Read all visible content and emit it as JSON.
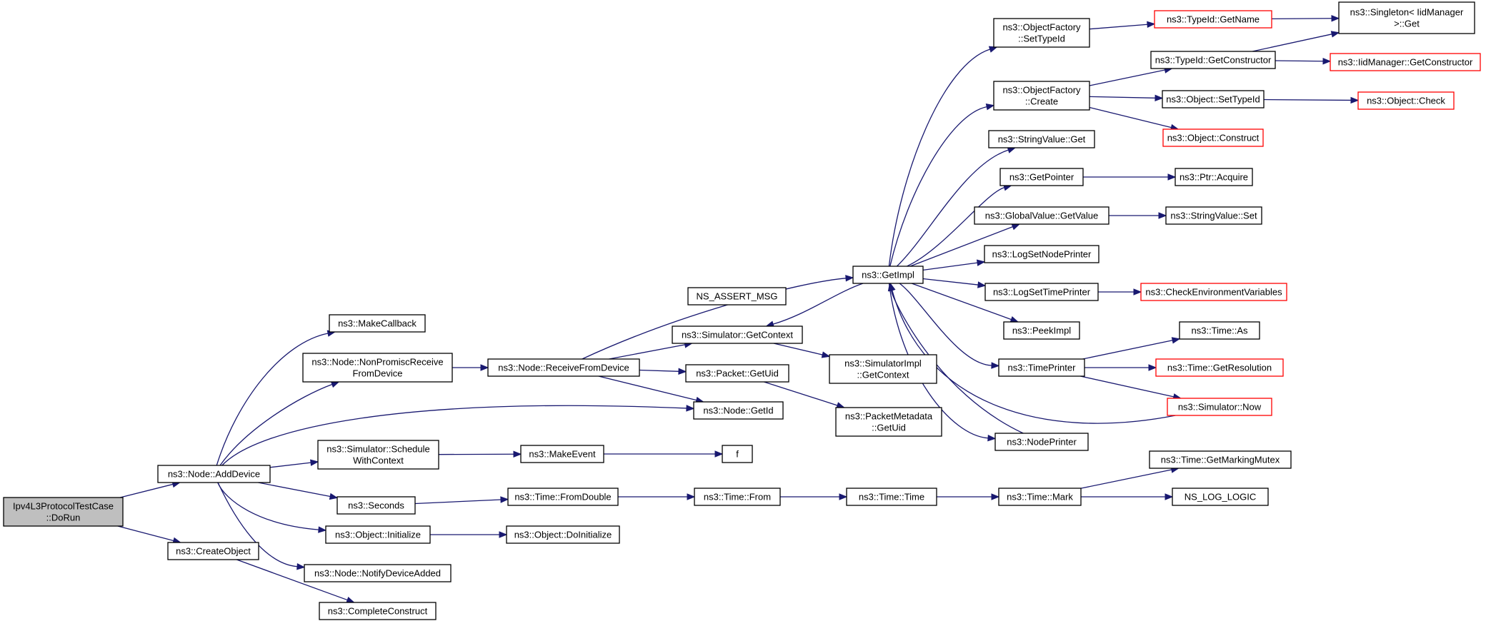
{
  "nodes": [
    {
      "id": "dorun",
      "lines": [
        "Ipv4L3ProtocolTestCase",
        "::DoRun"
      ],
      "root": true
    },
    {
      "id": "adddevice",
      "lines": [
        "ns3::Node::AddDevice"
      ]
    },
    {
      "id": "createobject",
      "lines": [
        "ns3::CreateObject"
      ]
    },
    {
      "id": "makecallback",
      "lines": [
        "ns3::MakeCallback"
      ]
    },
    {
      "id": "nonpromisc",
      "lines": [
        "ns3::Node::NonPromiscReceive",
        "FromDevice"
      ]
    },
    {
      "id": "receivefromdevice",
      "lines": [
        "ns3::Node::ReceiveFromDevice"
      ]
    },
    {
      "id": "nodegetid",
      "lines": [
        "ns3::Node::GetId"
      ]
    },
    {
      "id": "schedule",
      "lines": [
        "ns3::Simulator::Schedule",
        "WithContext"
      ]
    },
    {
      "id": "makeevent",
      "lines": [
        "ns3::MakeEvent"
      ]
    },
    {
      "id": "f",
      "lines": [
        "f"
      ]
    },
    {
      "id": "seconds",
      "lines": [
        "ns3::Seconds"
      ]
    },
    {
      "id": "fromdouble",
      "lines": [
        "ns3::Time::FromDouble"
      ]
    },
    {
      "id": "timefrom",
      "lines": [
        "ns3::Time::From"
      ]
    },
    {
      "id": "timetime",
      "lines": [
        "ns3::Time::Time"
      ]
    },
    {
      "id": "timemark",
      "lines": [
        "ns3::Time::Mark"
      ]
    },
    {
      "id": "markingmutex",
      "lines": [
        "ns3::Time::GetMarkingMutex"
      ]
    },
    {
      "id": "nslogic",
      "lines": [
        "NS_LOG_LOGIC"
      ]
    },
    {
      "id": "objinit",
      "lines": [
        "ns3::Object::Initialize"
      ]
    },
    {
      "id": "doinit",
      "lines": [
        "ns3::Object::DoInitialize"
      ]
    },
    {
      "id": "notifyadded",
      "lines": [
        "ns3::Node::NotifyDeviceAdded"
      ]
    },
    {
      "id": "completeconstruct",
      "lines": [
        "ns3::CompleteConstruct"
      ]
    },
    {
      "id": "assertmsg",
      "lines": [
        "NS_ASSERT_MSG"
      ]
    },
    {
      "id": "simgetcontext",
      "lines": [
        "ns3::Simulator::GetContext"
      ]
    },
    {
      "id": "packetgetuid",
      "lines": [
        "ns3::Packet::GetUid"
      ]
    },
    {
      "id": "simimplgetcontext",
      "lines": [
        "ns3::SimulatorImpl",
        "::GetContext"
      ]
    },
    {
      "id": "metadatagetuid",
      "lines": [
        "ns3::PacketMetadata",
        "::GetUid"
      ]
    },
    {
      "id": "getimpl",
      "lines": [
        "ns3::GetImpl"
      ]
    },
    {
      "id": "settypeid",
      "lines": [
        "ns3::ObjectFactory",
        "::SetTypeId"
      ]
    },
    {
      "id": "factorycreate",
      "lines": [
        "ns3::ObjectFactory",
        "::Create"
      ]
    },
    {
      "id": "stringvalueget",
      "lines": [
        "ns3::StringValue::Get"
      ]
    },
    {
      "id": "getpointer",
      "lines": [
        "ns3::GetPointer"
      ]
    },
    {
      "id": "globalgetvalue",
      "lines": [
        "ns3::GlobalValue::GetValue"
      ]
    },
    {
      "id": "lognodeprinter",
      "lines": [
        "ns3::LogSetNodePrinter"
      ]
    },
    {
      "id": "logtimeprinter",
      "lines": [
        "ns3::LogSetTimePrinter"
      ]
    },
    {
      "id": "peekimpl",
      "lines": [
        "ns3::PeekImpl"
      ]
    },
    {
      "id": "timeprinter",
      "lines": [
        "ns3::TimePrinter"
      ]
    },
    {
      "id": "nodeprinter",
      "lines": [
        "ns3::NodePrinter"
      ]
    },
    {
      "id": "typeidgetname",
      "lines": [
        "ns3::TypeId::GetName"
      ],
      "truncated": true
    },
    {
      "id": "typeidgetconstructor",
      "lines": [
        "ns3::TypeId::GetConstructor"
      ]
    },
    {
      "id": "objsettypeid",
      "lines": [
        "ns3::Object::SetTypeId"
      ]
    },
    {
      "id": "objconstruct",
      "lines": [
        "ns3::Object::Construct"
      ],
      "truncated": true
    },
    {
      "id": "ptracquire",
      "lines": [
        "ns3::Ptr::Acquire"
      ]
    },
    {
      "id": "stringvalueset",
      "lines": [
        "ns3::StringValue::Set"
      ]
    },
    {
      "id": "checkenv",
      "lines": [
        "ns3::CheckEnvironmentVariables"
      ],
      "truncated": true
    },
    {
      "id": "timeas",
      "lines": [
        "ns3::Time::As"
      ]
    },
    {
      "id": "getresolution",
      "lines": [
        "ns3::Time::GetResolution"
      ],
      "truncated": true
    },
    {
      "id": "simnow",
      "lines": [
        "ns3::Simulator::Now"
      ],
      "truncated": true
    },
    {
      "id": "singletonget",
      "lines": [
        "ns3::Singleton< IidManager",
        " >::Get"
      ]
    },
    {
      "id": "iidgetconstructor",
      "lines": [
        "ns3::IidManager::GetConstructor"
      ],
      "truncated": true
    },
    {
      "id": "objcheck",
      "lines": [
        "ns3::Object::Check"
      ],
      "truncated": true
    }
  ],
  "edges": [
    [
      "dorun",
      "adddevice"
    ],
    [
      "dorun",
      "createobject"
    ],
    [
      "adddevice",
      "makecallback"
    ],
    [
      "adddevice",
      "nonpromisc"
    ],
    [
      "adddevice",
      "nodegetid"
    ],
    [
      "adddevice",
      "schedule"
    ],
    [
      "adddevice",
      "seconds"
    ],
    [
      "adddevice",
      "objinit"
    ],
    [
      "adddevice",
      "notifyadded"
    ],
    [
      "createobject",
      "completeconstruct"
    ],
    [
      "nonpromisc",
      "receivefromdevice"
    ],
    [
      "receivefromdevice",
      "getimpl"
    ],
    [
      "receivefromdevice",
      "simgetcontext"
    ],
    [
      "receivefromdevice",
      "packetgetuid"
    ],
    [
      "receivefromdevice",
      "nodegetid"
    ],
    [
      "schedule",
      "makeevent"
    ],
    [
      "makeevent",
      "f"
    ],
    [
      "seconds",
      "fromdouble"
    ],
    [
      "fromdouble",
      "timefrom"
    ],
    [
      "timefrom",
      "timetime"
    ],
    [
      "timetime",
      "timemark"
    ],
    [
      "timemark",
      "markingmutex"
    ],
    [
      "timemark",
      "nslogic"
    ],
    [
      "objinit",
      "doinit"
    ],
    [
      "simgetcontext",
      "simimplgetcontext"
    ],
    [
      "packetgetuid",
      "metadatagetuid"
    ],
    [
      "getimpl",
      "settypeid"
    ],
    [
      "getimpl",
      "factorycreate"
    ],
    [
      "getimpl",
      "stringvalueget"
    ],
    [
      "getimpl",
      "getpointer"
    ],
    [
      "getimpl",
      "globalgetvalue"
    ],
    [
      "getimpl",
      "lognodeprinter"
    ],
    [
      "getimpl",
      "logtimeprinter"
    ],
    [
      "getimpl",
      "peekimpl"
    ],
    [
      "getimpl",
      "timeprinter"
    ],
    [
      "getimpl",
      "nodeprinter"
    ],
    [
      "getimpl",
      "simgetcontext"
    ],
    [
      "settypeid",
      "typeidgetname"
    ],
    [
      "factorycreate",
      "typeidgetconstructor"
    ],
    [
      "factorycreate",
      "objsettypeid"
    ],
    [
      "factorycreate",
      "objconstruct"
    ],
    [
      "typeidgetname",
      "singletonget"
    ],
    [
      "typeidgetconstructor",
      "singletonget"
    ],
    [
      "typeidgetconstructor",
      "iidgetconstructor"
    ],
    [
      "objsettypeid",
      "objcheck"
    ],
    [
      "getpointer",
      "ptracquire"
    ],
    [
      "globalgetvalue",
      "stringvalueset"
    ],
    [
      "logtimeprinter",
      "checkenv"
    ],
    [
      "timeprinter",
      "timeas"
    ],
    [
      "timeprinter",
      "getresolution"
    ],
    [
      "timeprinter",
      "simnow"
    ],
    [
      "nodeprinter",
      "getimpl"
    ],
    [
      "simnow",
      "getimpl"
    ]
  ]
}
